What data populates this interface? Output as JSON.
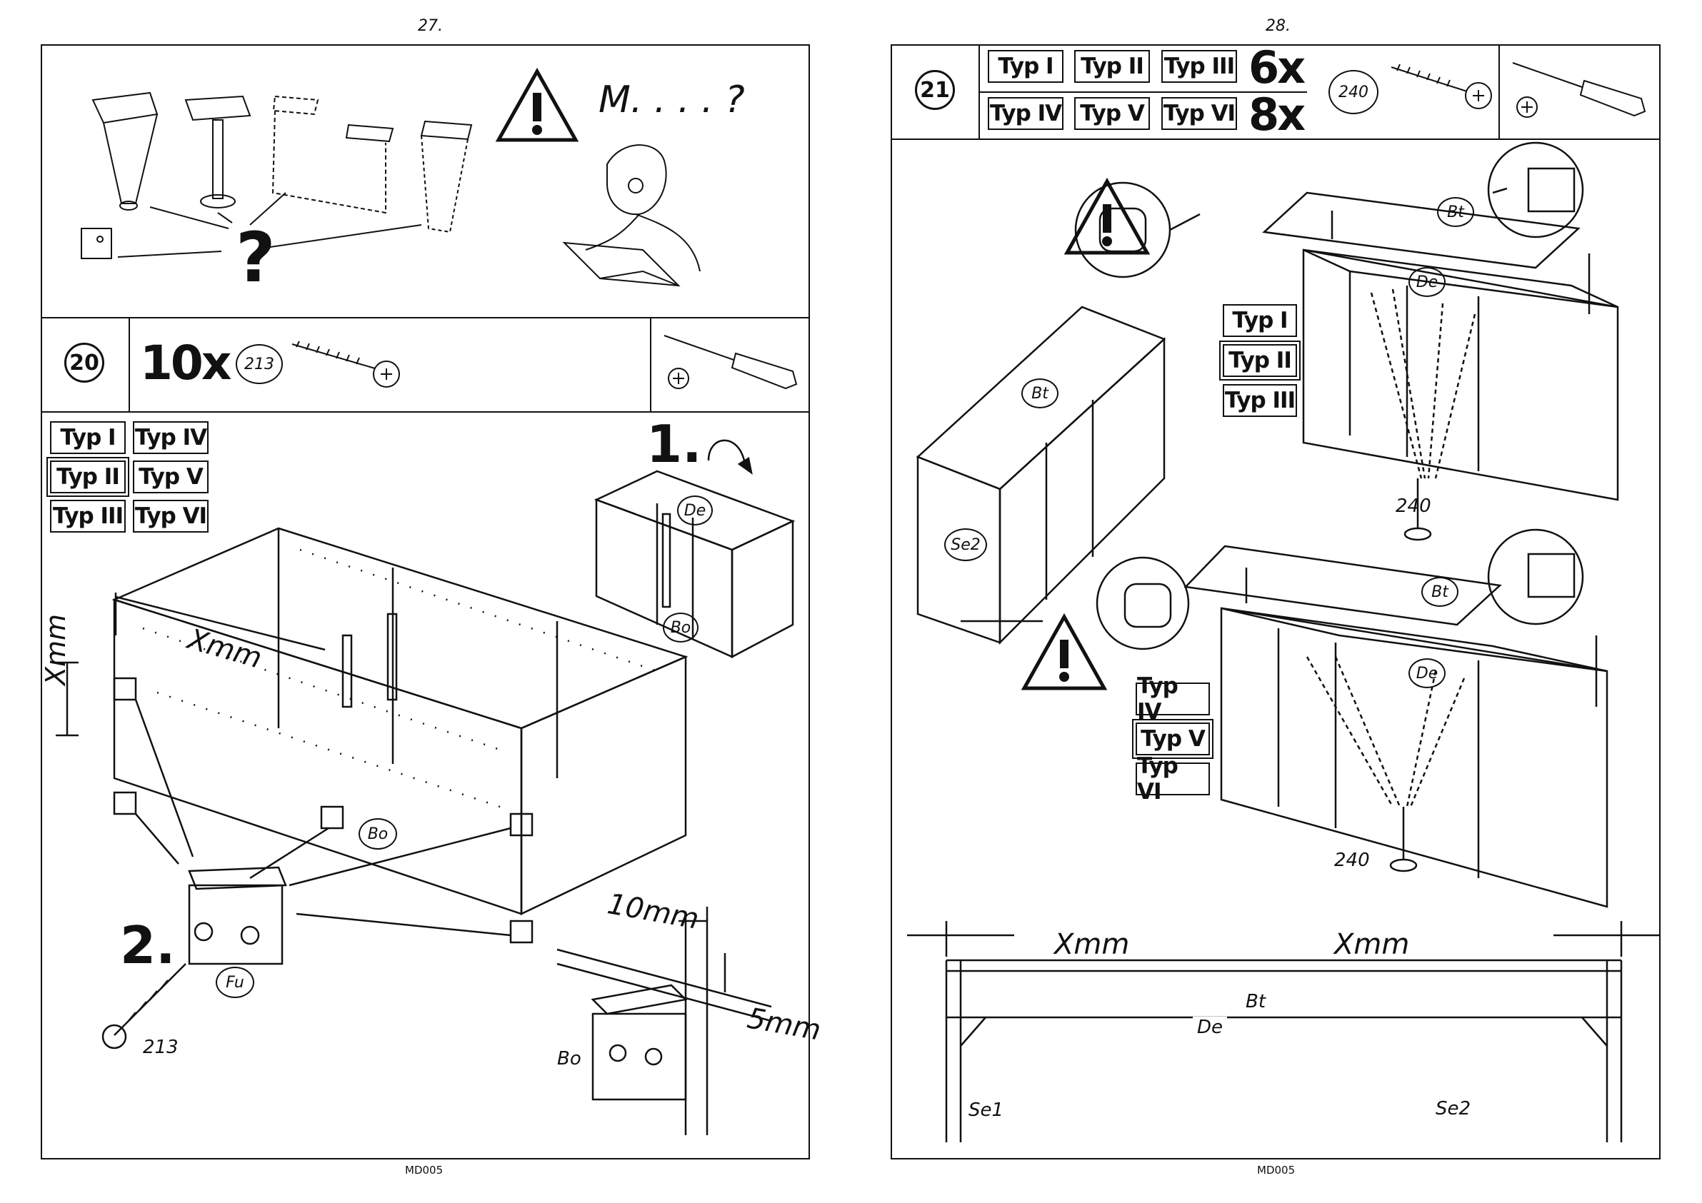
{
  "pages": {
    "left_number": "27.",
    "right_number": "28.",
    "left_footer": "MD005",
    "right_footer": "MD005"
  },
  "intro_panel": {
    "question_text": "M. . . . ?",
    "question_mark": "?"
  },
  "step20": {
    "number": "20",
    "quantity": "10x",
    "part_no": "213",
    "types_left": [
      "Typ I",
      "Typ II",
      "Typ III"
    ],
    "types_right": [
      "Typ IV",
      "Typ V",
      "Typ VI"
    ],
    "substep1": "1.",
    "substep2": "2.",
    "labels": {
      "de": "De",
      "bo": "Bo",
      "fu": "Fu",
      "screw": "213",
      "xmm_h": "Xmm",
      "xmm_v": "Xmm",
      "d10": "10mm",
      "d5": "5mm",
      "bo2": "Bo"
    }
  },
  "step21": {
    "number": "21",
    "types_row1": [
      "Typ I",
      "Typ II",
      "Typ III"
    ],
    "types_row2": [
      "Typ IV",
      "Typ V",
      "Typ VI"
    ],
    "qty_row1": "6x",
    "qty_row2": "8x",
    "part_no": "240",
    "group_a": [
      "Typ I",
      "Typ II",
      "Typ III"
    ],
    "group_b": [
      "Typ IV",
      "Typ V",
      "Typ VI"
    ],
    "labels": {
      "bt": "Bt",
      "de": "De",
      "se2": "Se2",
      "screw": "240",
      "xmm_left": "Xmm",
      "xmm_right": "Xmm",
      "bt_section": "Bt",
      "de_section": "De",
      "se1": "Se1",
      "se2_section": "Se2"
    }
  }
}
